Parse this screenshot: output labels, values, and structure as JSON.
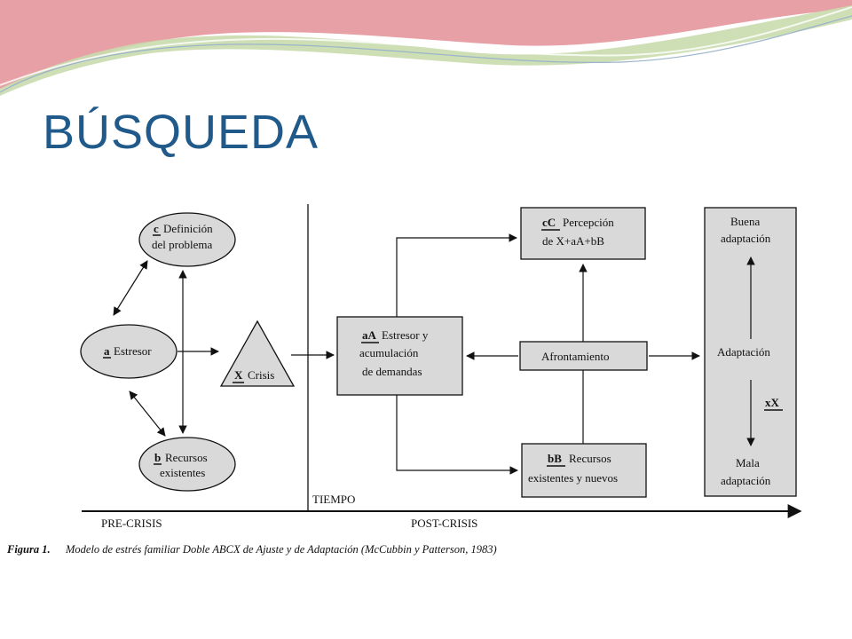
{
  "slide": {
    "title": "BÚSQUEDA"
  },
  "colors": {
    "title": "#1f5a8a",
    "box_fill": "#d9d9d9",
    "wave_pink": "#e7a0a6",
    "wave_green": "#c9dcae"
  },
  "diagram": {
    "nodes": {
      "c_letter": "c",
      "c_text1": "Definición",
      "c_text2": "del problema",
      "a_letter": "a",
      "a_text": "Estresor",
      "b_letter": "b",
      "b_text1": "Recursos",
      "b_text2": "existentes",
      "x_letter": "X",
      "x_text": "Crisis",
      "aA_code": "aA",
      "aA_text1": "Estresor y",
      "aA_text2": "acumulación",
      "aA_text3": "de demandas",
      "cC_code": "cC",
      "cC_text1": "Percepción",
      "cC_text2": "de X+aA+bB",
      "afrontamiento": "Afrontamiento",
      "bB_code": "bB",
      "bB_text1": "Recursos",
      "bB_text2": "existentes y nuevos",
      "buena1": "Buena",
      "buena2": "adaptación",
      "adaptacion": "Adaptación",
      "xX": "xX",
      "mala1": "Mala",
      "mala2": "adaptación"
    },
    "timeline": {
      "tiempo": "TIEMPO",
      "pre": "PRE-CRISIS",
      "post": "POST-CRISIS"
    },
    "caption": {
      "label": "Figura 1.",
      "text": "Modelo de estrés familiar Doble ABCX de Ajuste y de Adaptación (McCubbin y Patterson, 1983)"
    }
  }
}
